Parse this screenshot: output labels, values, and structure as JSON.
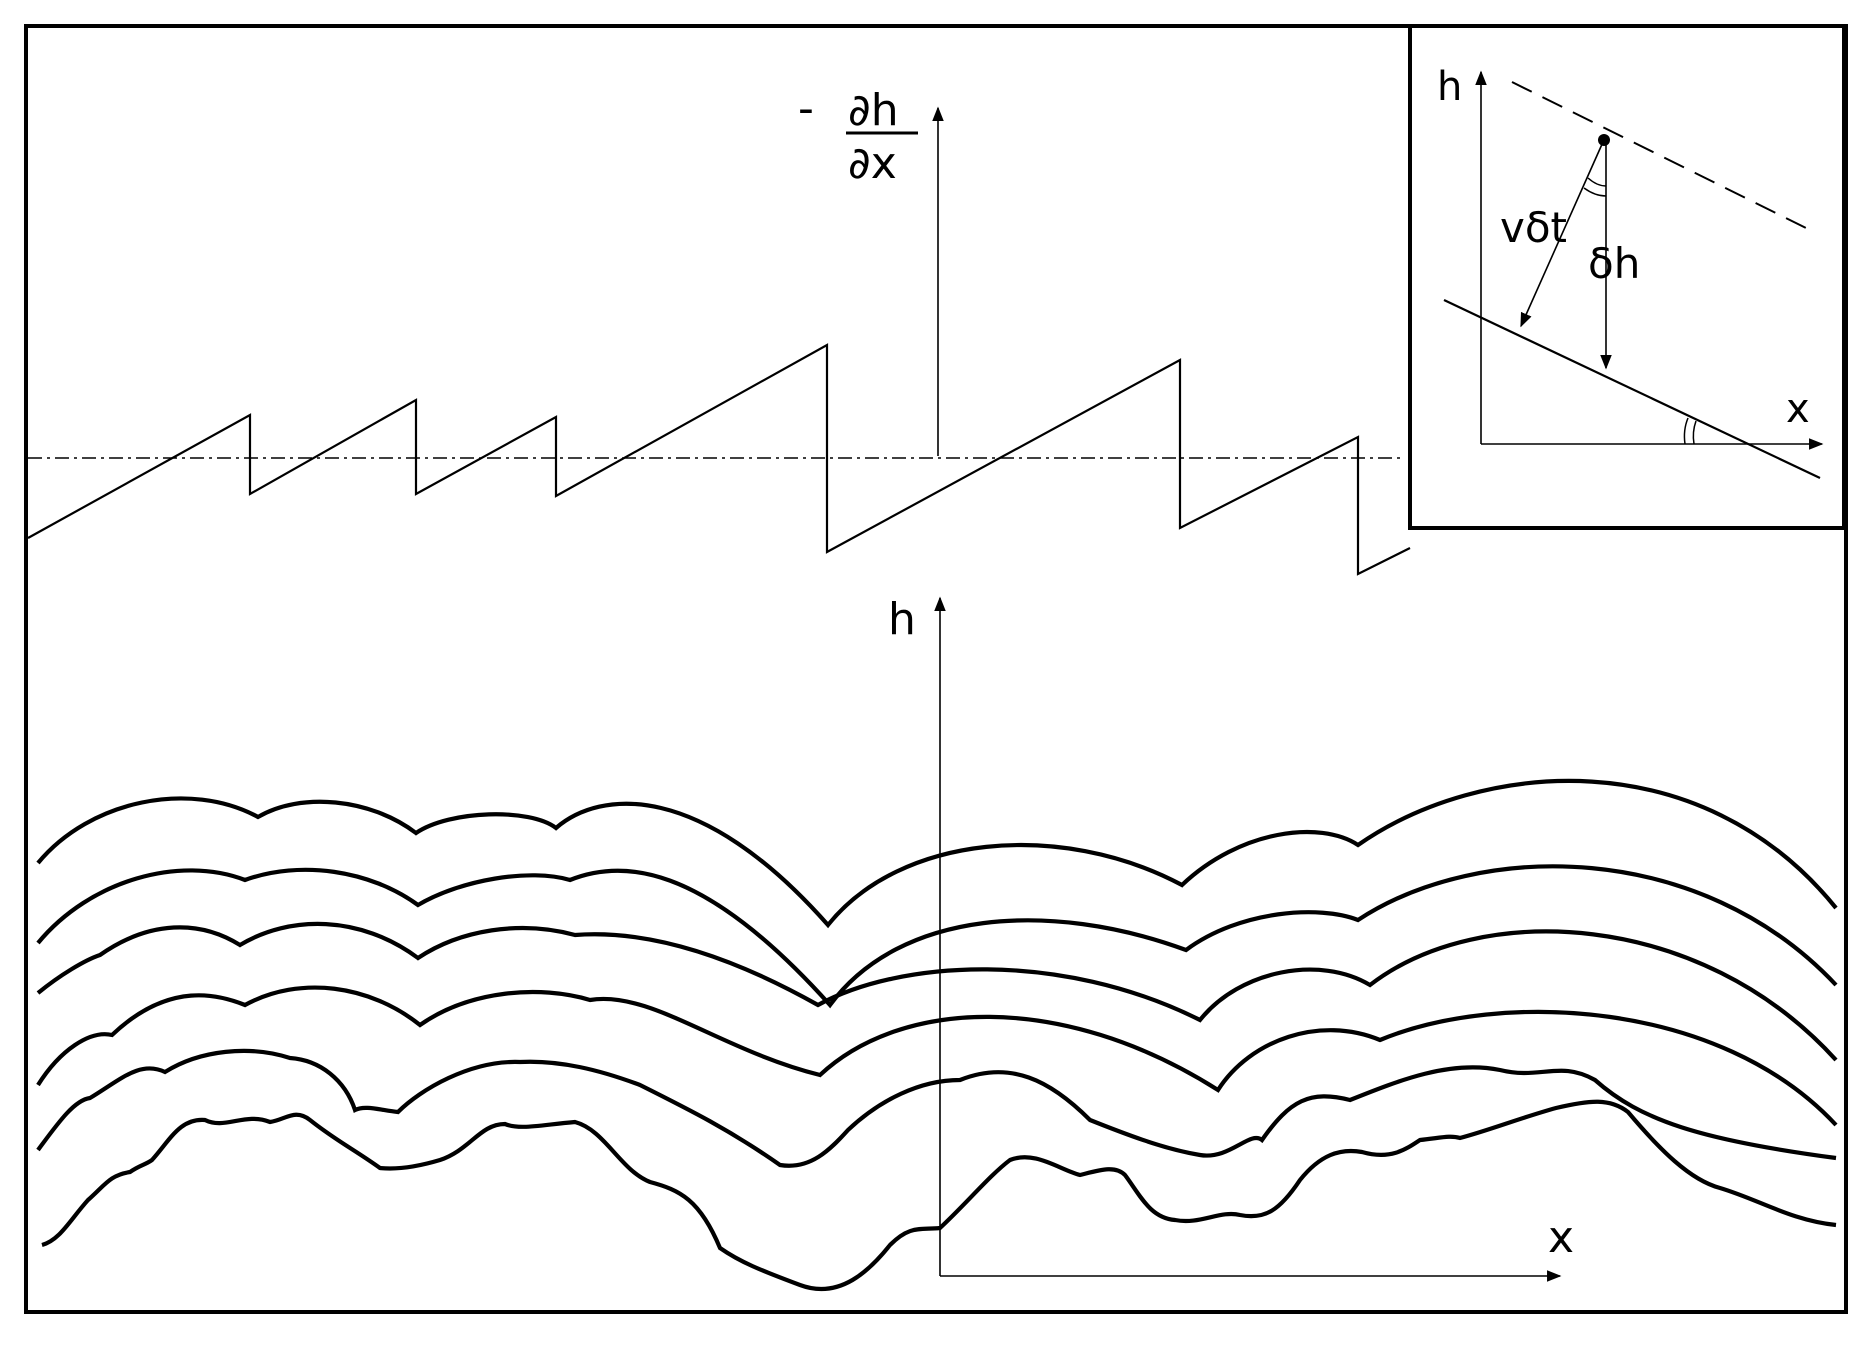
{
  "labels": {
    "slope_axis_num": "∂h",
    "slope_axis_den": "∂x",
    "slope_axis_sign": "-",
    "main_h": "h",
    "main_x": "x",
    "inset_h": "h",
    "inset_x": "x",
    "inset_vdt": "vδt",
    "inset_dh": "δh"
  },
  "colors": {
    "ink": "#000000",
    "paper": "#ffffff"
  },
  "icons": {
    "arrowhead": "arrow-head-icon"
  }
}
